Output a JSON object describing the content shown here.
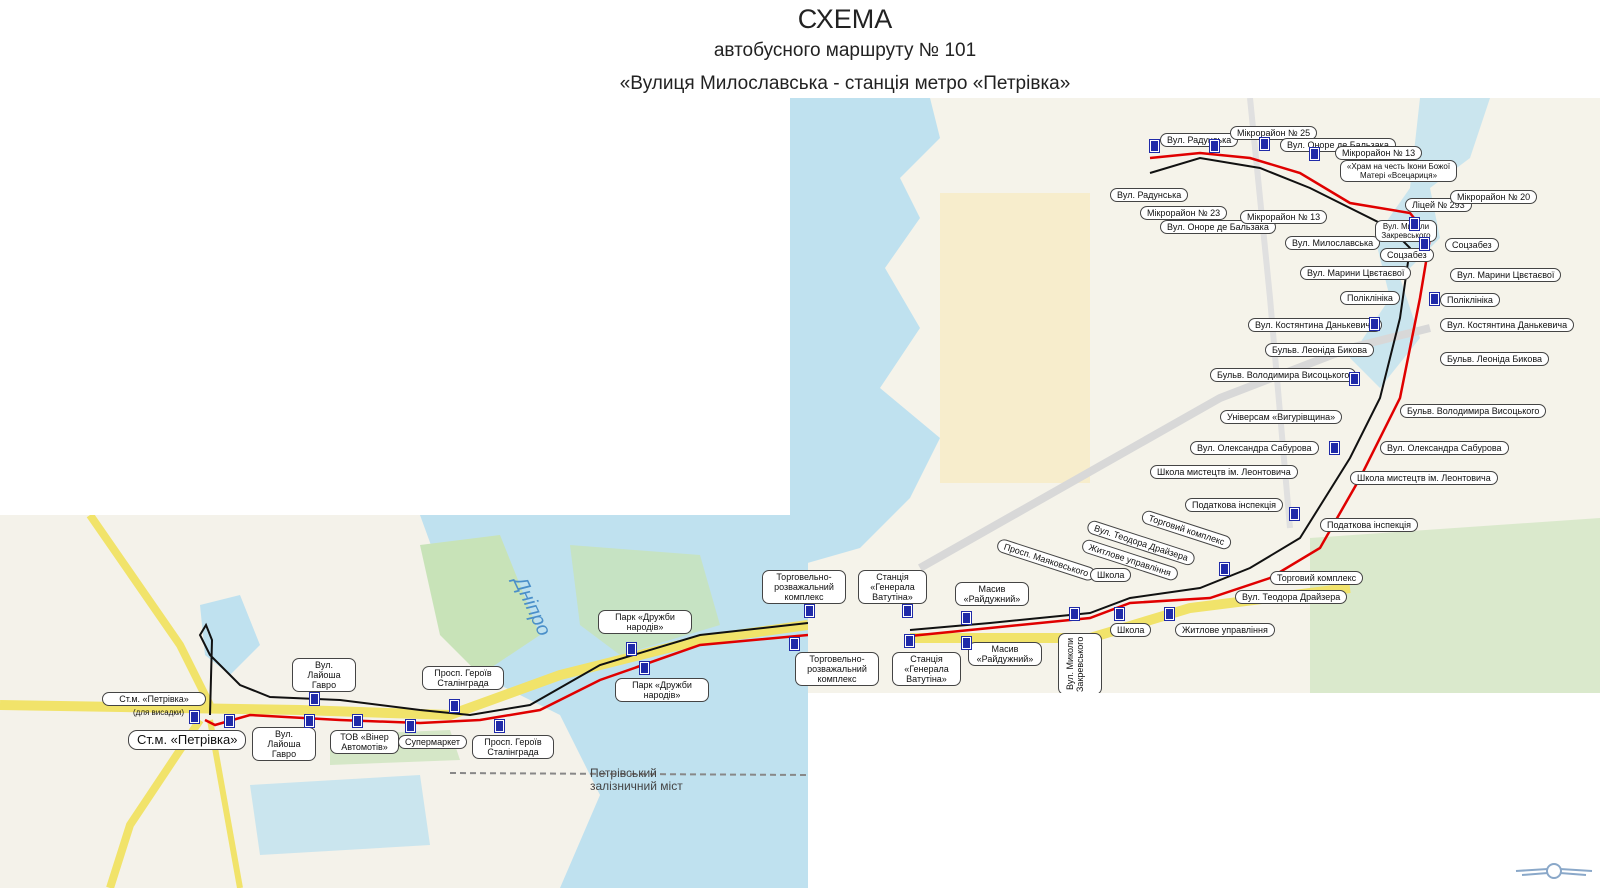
{
  "title": {
    "line1": "СХЕМА",
    "line2": "автобусного маршруту  № 101",
    "line3": "«Вулиця Милославська - станція метро «Петрівка»"
  },
  "colors": {
    "water": "#bfe1ef",
    "road_main": "#f1e36a",
    "route_forward": "#e00000",
    "route_back": "#111111",
    "stop": "#1f2aa8",
    "park": "#c8e3b8"
  },
  "map_labels": {
    "river": "Дніпро",
    "bridge": "Петрівський залізничний міст"
  },
  "stops_right": [
    "Вул. Радунська",
    "Мікрорайон № 25",
    "Вул. Оноре де Бальзака",
    "Мікрорайон № 13",
    "«Храм на честь Ікони Божої Матері «Всецариця»",
    "Вул. Радунська",
    "Мікрорайон № 23",
    "Вул. Оноре де Бальзака",
    "Мікрорайон № 13",
    "Вул. Милославська",
    "Вул. Миколи Закревського",
    "Ліцей № 293",
    "Мікрорайон № 20",
    "Соцзабез",
    "Соцзабез",
    "Вул. Марини Цвєтаєвої",
    "Вул. Марини Цвєтаєвої",
    "Поліклініка",
    "Поліклініка",
    "Вул. Костянтина Данькевича",
    "Вул. Костянтина Данькевича",
    "Бульв. Леоніда Бикова",
    "Бульв. Леоніда Бикова",
    "Бульв. Володимира Висоцького",
    "Бульв. Володимира Висоцького",
    "Універсам «Вигурівщина»",
    "Вул. Олександра Сабурова",
    "Вул. Олександра Сабурова",
    "Школа мистецтв ім. Леонтовича",
    "Школа мистецтв ім. Леонтовича",
    "Податкова інспекція",
    "Податкова інспекція",
    "Торговий комплекс",
    "Торговий комплекс",
    "Вул. Теодора Драйзера",
    "Вул. Теодора Драйзера",
    "Житлове управління",
    "Житлове управління",
    "Просп. Маяковського",
    "Школа",
    "Школа",
    "Вул. Миколи Закревського"
  ],
  "stops_center": [
    "Торговельно-розважальний комплекс",
    "Станція «Генерала Ватутіна»",
    "Масив «Райдужний»",
    "Торговельно-розважальний комплекс",
    "Станція «Генерала Ватутіна»",
    "Масив «Райдужний»",
    "Парк «Дружби народів»",
    "Парк «Дружби народів»"
  ],
  "stops_left": [
    "Ст.м. «Петрівка»",
    "(для висадки)",
    "Ст.м. «Петрівка»",
    "Вул. Лайоша Гавро",
    "Вул. Лайоша Гавро",
    "ТОВ «Вінер Автомотів»",
    "Супермаркет",
    "Просп. Героїв Сталінграда",
    "Просп. Героїв Сталінграда"
  ]
}
